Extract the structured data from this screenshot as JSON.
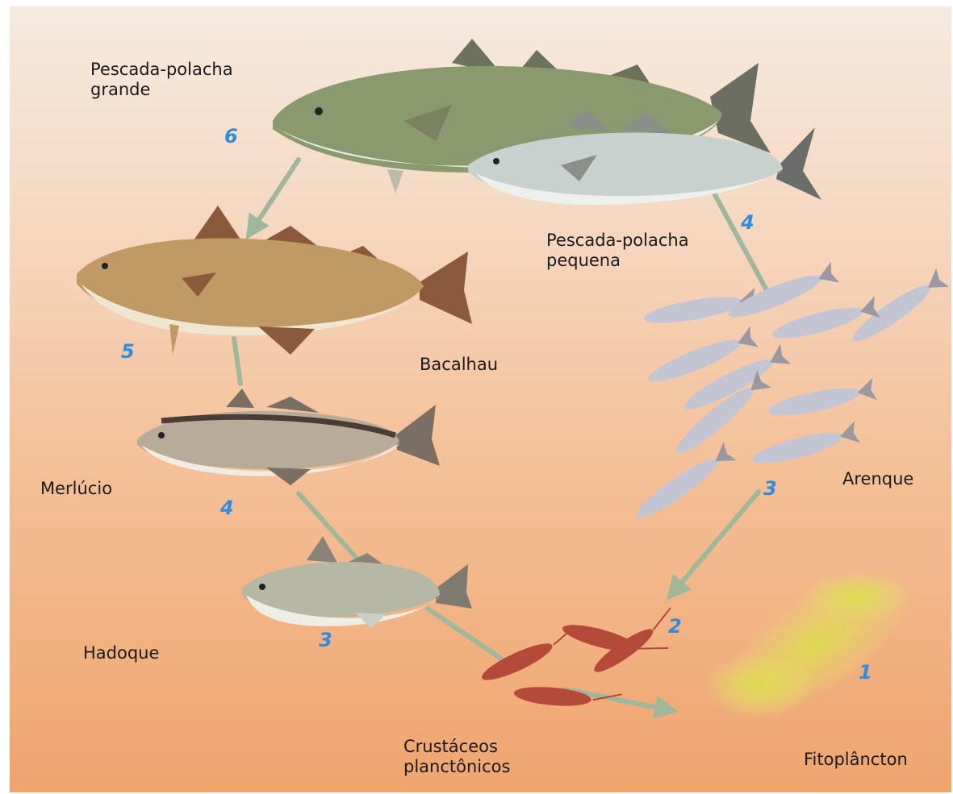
{
  "organisms": [
    {
      "id": "pescada-grande",
      "name": "Pescada-polacha\ngrande",
      "level": "6"
    },
    {
      "id": "pescada-pequena",
      "name": "Pescada-polacha\npequena",
      "level": "4"
    },
    {
      "id": "bacalhau",
      "name": "Bacalhau",
      "level": "5"
    },
    {
      "id": "merlucio",
      "name": "Merlúcio",
      "level": "4"
    },
    {
      "id": "arenque",
      "name": "Arenque",
      "level": "3"
    },
    {
      "id": "hadoque",
      "name": "Hadoque",
      "level": "3"
    },
    {
      "id": "crustaceos",
      "name": "Crustáceos\nplanctônicos",
      "level": "2"
    },
    {
      "id": "fitoplancton",
      "name": "Fitoplâncton",
      "level": "1"
    }
  ],
  "colors": {
    "arrow": "#9fb79a",
    "number": "#2f8de0"
  }
}
